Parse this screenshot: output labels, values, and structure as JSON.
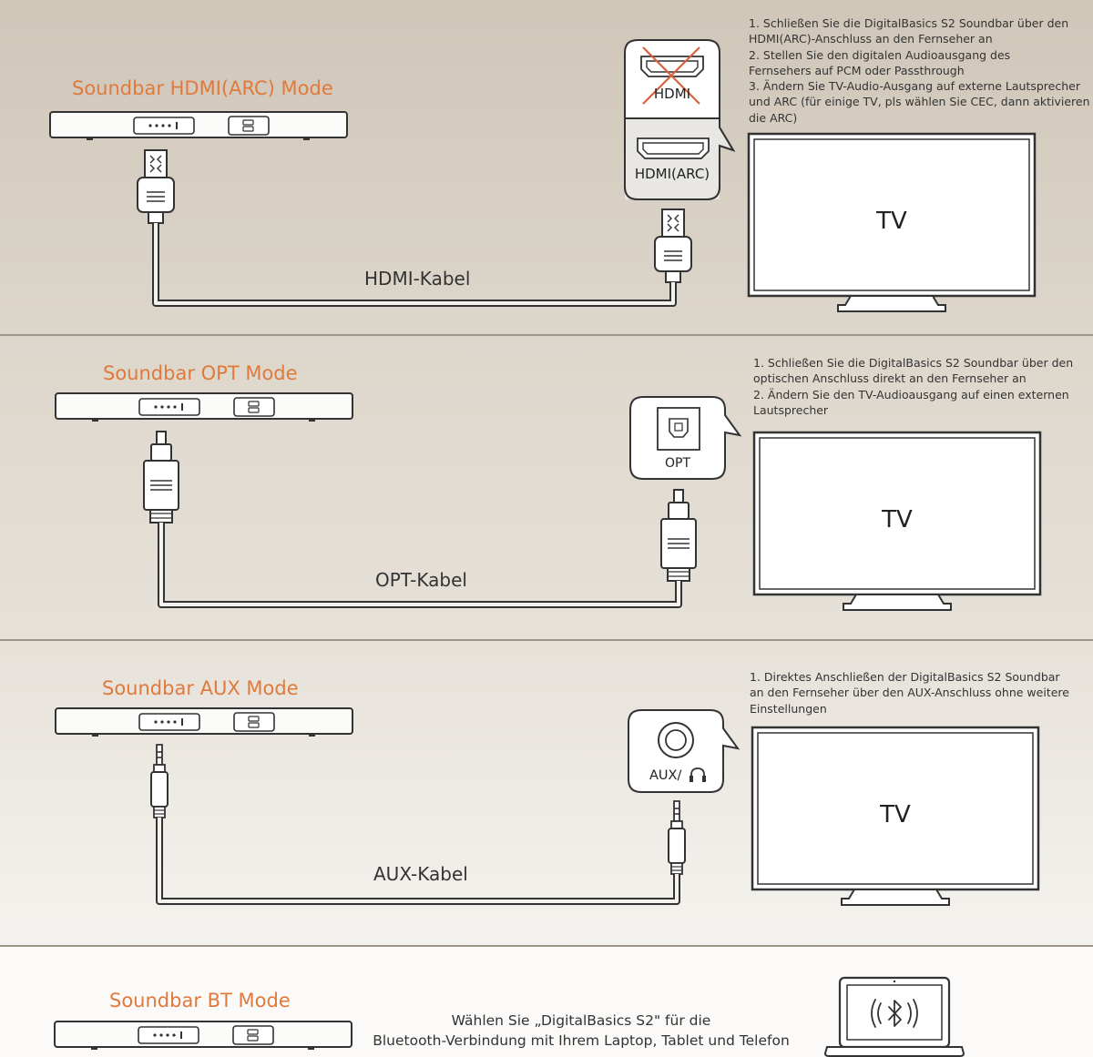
{
  "sections": [
    {
      "title": "Soundbar HDMI(ARC) Mode",
      "cable_label": "HDMI-Kabel",
      "instructions": [
        "1. Schließen Sie die DigitalBasics S2 Soundbar über den",
        "HDMI(ARC)-Anschluss an den Fernseher an",
        "2. Stellen Sie den digitalen Audioausgang des",
        "Fernsehers auf PCM oder Passthrough",
        "3. Ändern Sie TV-Audio-Ausgang auf externe Lautsprecher",
        "und ARC (für einige TV, pls wählen Sie CEC, dann aktivieren Sie",
        "die ARC)"
      ],
      "port_labels": [
        "HDMI",
        "HDMI(ARC)"
      ],
      "tv_label": "TV"
    },
    {
      "title": "Soundbar OPT Mode",
      "cable_label": "OPT-Kabel",
      "instructions": [
        "1. Schließen Sie die DigitalBasics S2 Soundbar über den",
        "optischen Anschluss direkt an den Fernseher an",
        "2. Ändern Sie den TV-Audioausgang auf einen externen",
        "Lautsprecher"
      ],
      "port_labels": [
        "OPT"
      ],
      "tv_label": "TV"
    },
    {
      "title": "Soundbar AUX Mode",
      "cable_label": "AUX-Kabel",
      "instructions": [
        "1. Direktes Anschließen der DigitalBasics S2 Soundbar",
        "an den Fernseher über den AUX-Anschluss ohne weitere",
        "Einstellungen"
      ],
      "port_labels": [
        "AUX/"
      ],
      "tv_label": "TV"
    },
    {
      "title": "Soundbar BT Mode",
      "instructions": [
        "Wählen Sie „DigitalBasics S2\" für die",
        "Bluetooth-Verbindung mit Ihrem Laptop, Tablet und Telefon"
      ]
    }
  ],
  "icons": {
    "headphone": "headphone-icon",
    "bluetooth": "bluetooth-icon",
    "crossed_port": "cross-icon"
  },
  "colors": {
    "title": "#e07a3c",
    "cross": "#d9603a"
  }
}
